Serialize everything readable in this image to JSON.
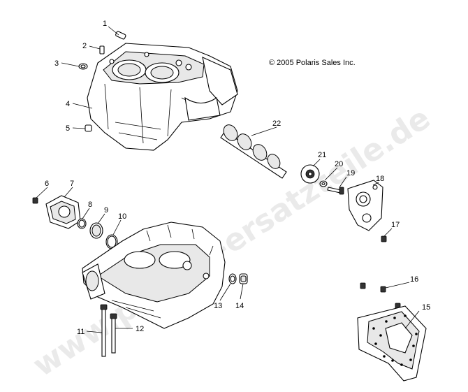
{
  "copyright": "© 2005 Polaris Sales Inc.",
  "watermark": "www.polaris-ersatzteile.de",
  "callouts": [
    "1",
    "2",
    "3",
    "4",
    "5",
    "6",
    "7",
    "8",
    "9",
    "10",
    "11",
    "12",
    "13",
    "14",
    "15",
    "16",
    "17",
    "18",
    "19",
    "20",
    "21",
    "22"
  ]
}
